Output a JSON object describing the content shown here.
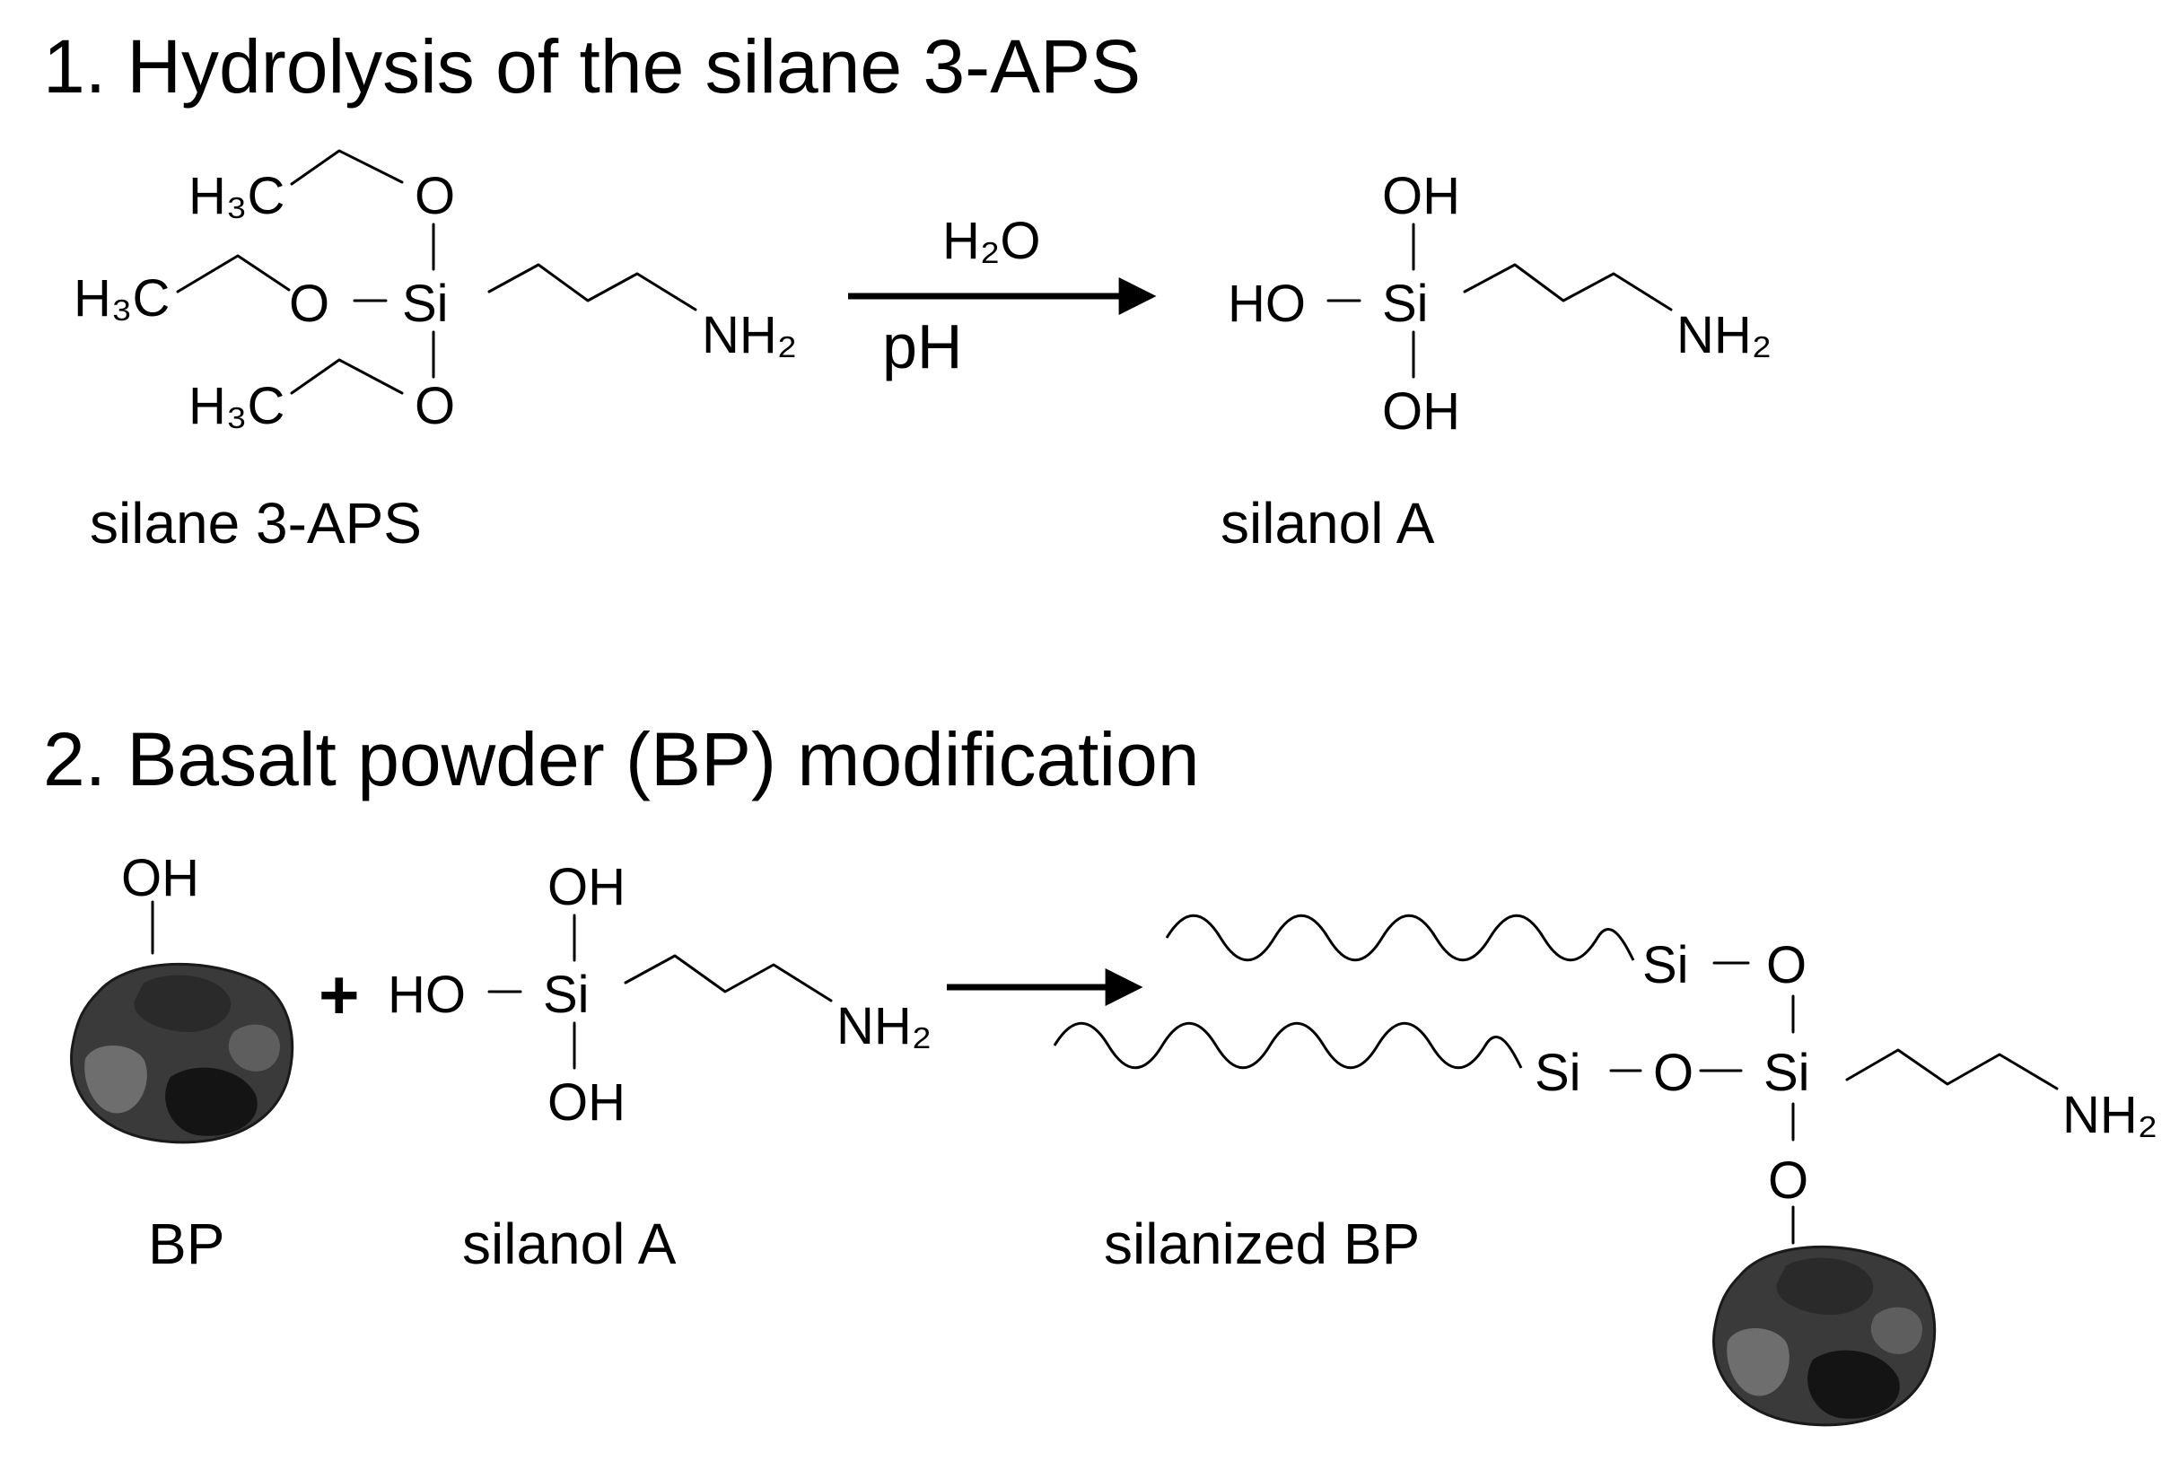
{
  "section1": {
    "title": "1. Hydrolysis of the silane 3-APS",
    "silane_caption": "silane 3-APS",
    "silanol_caption": "silanol A",
    "reagent_top": "H₂O",
    "reagent_bottom": "pH"
  },
  "section2": {
    "title": "2. Basalt powder (BP) modification",
    "bp_caption": "BP",
    "plus": "+",
    "silanol_caption": "silanol A",
    "product_caption": "silanized BP"
  },
  "atoms": {
    "ch3": "H₃C",
    "o": "O",
    "si": "Si",
    "oh": "OH",
    "ho": "HO",
    "nh2": "NH₂"
  },
  "colors": {
    "ink": "#000000",
    "particle_base": "#3a3a3a",
    "particle_dark": "#1e1e1e",
    "particle_mid": "#5a5a5a",
    "particle_light": "#8a8a8a"
  }
}
